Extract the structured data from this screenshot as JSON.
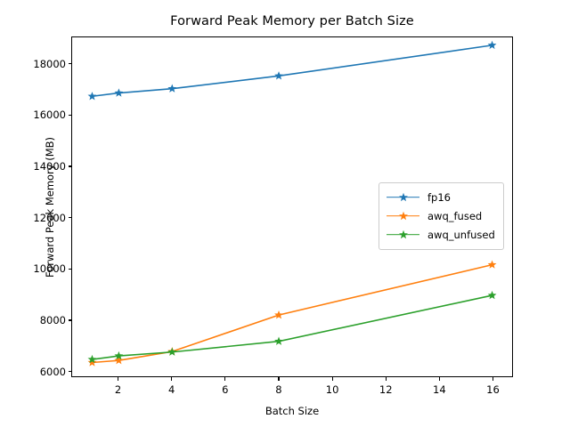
{
  "chart_data": {
    "type": "line",
    "title": "Forward Peak Memory per Batch Size",
    "xlabel": "Batch Size",
    "ylabel": "Forward Peak Memory (MB)",
    "x": [
      1,
      2,
      4,
      8,
      16
    ],
    "xlim": [
      0.25,
      16.75
    ],
    "ylim": [
      5780,
      19060
    ],
    "xticks": [
      2,
      4,
      6,
      8,
      10,
      12,
      14,
      16
    ],
    "xticklabels": [
      "2",
      "4",
      "6",
      "8",
      "10",
      "12",
      "14",
      "16"
    ],
    "yticks": [
      6000,
      8000,
      10000,
      12000,
      14000,
      16000,
      18000
    ],
    "yticklabels": [
      "6000",
      "8000",
      "10000",
      "12000",
      "14000",
      "16000",
      "18000"
    ],
    "grid": false,
    "marker": "star",
    "legend_position": "center right",
    "series": [
      {
        "name": "fp16",
        "color": "#1f77b4",
        "values": [
          16750,
          16880,
          17050,
          17550,
          18750
        ]
      },
      {
        "name": "awq_fused",
        "color": "#ff7f0e",
        "values": [
          6320,
          6400,
          6750,
          8180,
          10150
        ]
      },
      {
        "name": "awq_unfused",
        "color": "#2ca02c",
        "values": [
          6440,
          6580,
          6730,
          7150,
          8950
        ]
      }
    ]
  }
}
